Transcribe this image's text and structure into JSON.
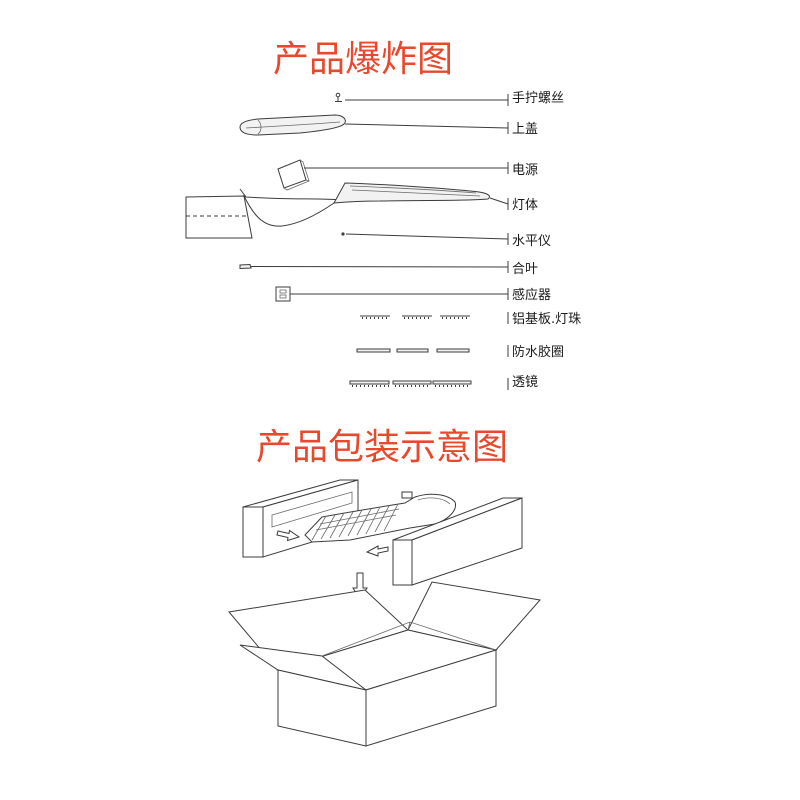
{
  "exploded_view": {
    "title": "产品爆炸图",
    "parts": [
      {
        "label": "手拧螺丝"
      },
      {
        "label": "上盖"
      },
      {
        "label": "电源"
      },
      {
        "label": "灯体"
      },
      {
        "label": "水平仪"
      },
      {
        "label": "合叶"
      },
      {
        "label": "感应器"
      },
      {
        "label": "铝基板.灯珠"
      },
      {
        "label": "防水胶圈"
      },
      {
        "label": "透镜"
      }
    ]
  },
  "packaging_view": {
    "title": "产品包装示意图"
  },
  "icons": {
    "part_arrows": [
      "arrow-right-icon",
      "arrow-left-icon",
      "arrow-down-icon"
    ]
  },
  "colors": {
    "title": "#e8492d",
    "line": "#3c3c3c",
    "label": "#1a1a1a",
    "background": "#ffffff"
  }
}
